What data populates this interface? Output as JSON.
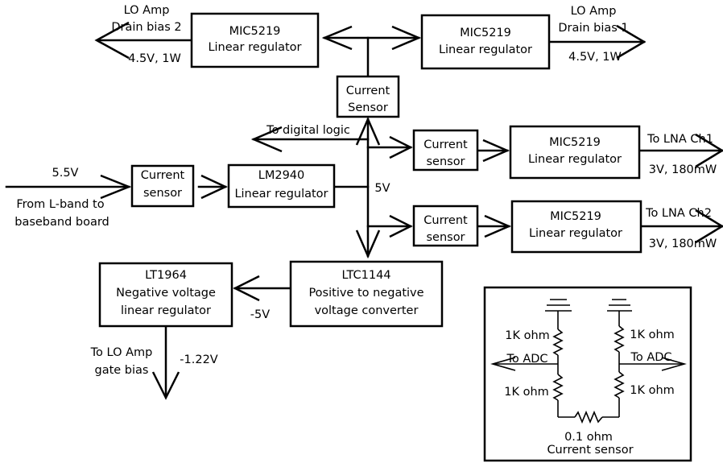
{
  "blocks": {
    "mic_top_left": [
      "MIC5219",
      "Linear regulator"
    ],
    "mic_top_right": [
      "MIC5219",
      "Linear regulator"
    ],
    "current_sensor_top": [
      "Current",
      "Sensor"
    ],
    "current_sensor_input": [
      "Current",
      "sensor"
    ],
    "lm2940": [
      "LM2940",
      "Linear regulator"
    ],
    "current_sensor_ch1": [
      "Current",
      "sensor"
    ],
    "mic_ch1": [
      "MIC5219",
      "Linear regulator"
    ],
    "current_sensor_ch2": [
      "Current",
      "sensor"
    ],
    "mic_ch2": [
      "MIC5219",
      "Linear regulator"
    ],
    "ltc1144": [
      "LTC1144",
      "Positive to negative",
      "voltage converter"
    ],
    "lt1964": [
      "LT1964",
      "Negative voltage",
      "linear regulator"
    ]
  },
  "labels": {
    "lo_drain2": [
      "LO Amp",
      "Drain bias 2"
    ],
    "lo_drain2_power": "4.5V, 1W",
    "lo_drain1": [
      "LO Amp",
      "Drain bias 1"
    ],
    "lo_drain1_power": "4.5V, 1W",
    "digital_logic": "To digital logic",
    "input_voltage": "5.5V",
    "input_source": [
      "From L-band to",
      "baseband board"
    ],
    "rail_5v": "5V",
    "lna_ch1": "To LNA Ch1",
    "lna_ch1_power": "3V, 180mW",
    "lna_ch2": "To LNA Ch2",
    "lna_ch2_power": "3V, 180mW",
    "neg_5v": "-5V",
    "gate_bias": [
      "To LO Amp",
      "gate bias"
    ],
    "gate_voltage": "-1.22V"
  },
  "inset": {
    "r_top_left": "1K ohm",
    "r_top_right": "1K ohm",
    "adc_left": "To ADC",
    "adc_right": "To ADC",
    "r_bot_left": "1K ohm",
    "r_bot_right": "1K ohm",
    "r_sense": "0.1 ohm",
    "caption": "Current sensor"
  }
}
